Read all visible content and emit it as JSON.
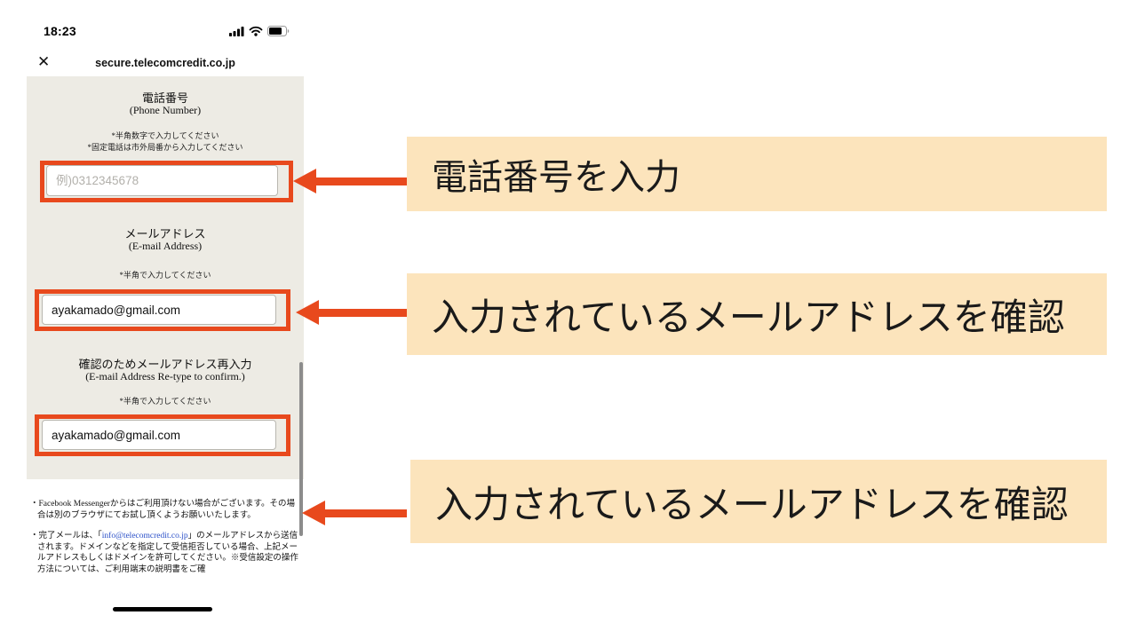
{
  "phone": {
    "status_bar": {
      "time": "18:23"
    },
    "browser": {
      "close_glyph": "✕",
      "domain": "secure.telecomcredit.co.jp"
    },
    "form": {
      "phone_section": {
        "title_jp": "電話番号",
        "title_en": "(Phone Number)",
        "note1": "*半角数字で入力してください",
        "note2": "*固定電話は市外局番から入力してください",
        "placeholder": "例)0312345678"
      },
      "email_section": {
        "title_jp": "メールアドレス",
        "title_en": "(E-mail Address)",
        "note": "*半角で入力してください",
        "value": "ayakamado@gmail.com"
      },
      "email_confirm_section": {
        "title_jp": "確認のためメールアドレス再入力",
        "title_en": "(E-mail Address Re-type to confirm.)",
        "note": "*半角で入力してください",
        "value": "ayakamado@gmail.com"
      }
    },
    "footnotes": {
      "note1": "・Facebook Messengerからはご利用頂けない場合がございます。その場合は別のブラウザにてお試し頂くようお願いいたします。",
      "note2_prefix": "・完了メールは、「",
      "note2_link": "info@telecomcredit.co.jp",
      "note2_suffix": "」のメールアドレスから送信されます。ドメインなどを指定して受信拒否している場合、上記メールアドレスもしくはドメインを許可してください。※受信設定の操作方法については、ご利用端末の説明書をご確"
    }
  },
  "annotations": {
    "callout_phone": "電話番号を入力",
    "callout_email": "入力されているメールアドレスを確認",
    "callout_email_confirm": "入力されているメールアドレスを確認"
  },
  "colors": {
    "accent_orange": "#E8491D",
    "callout_bg": "#FCE4BC",
    "form_bg": "#EDEBE4",
    "link_blue": "#2B50C8"
  }
}
